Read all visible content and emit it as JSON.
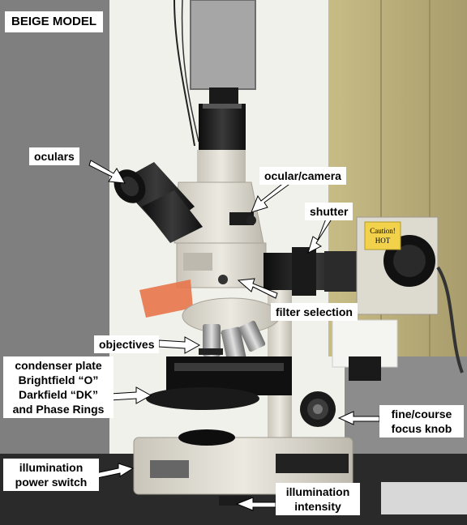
{
  "title": "BEIGE MODEL",
  "labels": {
    "oculars": "oculars",
    "ocular_camera": "ocular/camera",
    "shutter": "shutter",
    "filter_selection": "filter selection",
    "objectives": "objectives",
    "condenser": "condenser plate\nBrightfield “O”\nDarkfield “DK”\nand Phase Rings",
    "focus_knob": "fine/course\nfocus knob",
    "power_switch": "illumination\npower switch",
    "intensity": "illumination\nintensity"
  },
  "sign": {
    "line1": "Caution!",
    "line2": "HOT"
  },
  "colors": {
    "microscope_body": "#d9d6cc",
    "backdrop": "#f2f2ee",
    "label_bg": "#ffffff",
    "arrow_fill": "#ffffff",
    "filter_orange": "#e8744a"
  }
}
